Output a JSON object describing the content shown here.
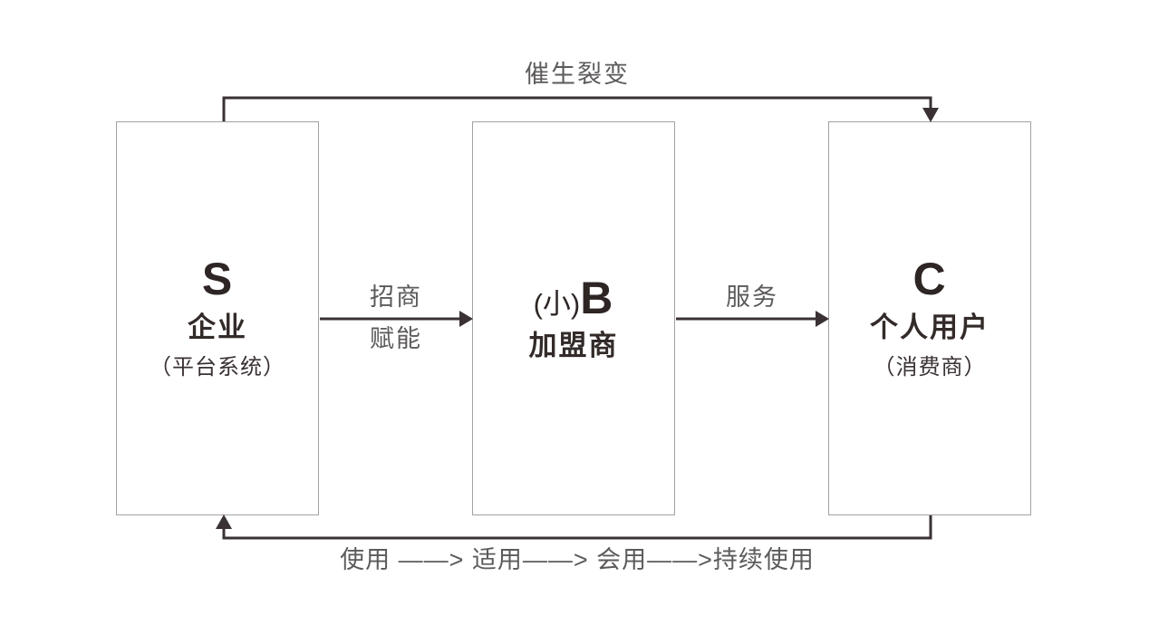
{
  "diagram": {
    "background": "#ffffff",
    "colors": {
      "box_border": "#a2a2a2",
      "arrow": "#3a3134",
      "flow_label_text": "#5d5a5b",
      "box_text": "#2e2624"
    },
    "box_s": {
      "letter": "S",
      "name": "企业",
      "subtitle": "（平台系统）"
    },
    "box_b": {
      "letter_prefix": "(小)",
      "letter": "B",
      "name": "加盟商"
    },
    "box_c": {
      "letter": "C",
      "name": "个人用户",
      "subtitle": "（消费商）"
    },
    "arrows": {
      "top": {
        "label": "催生裂变"
      },
      "s_to_b": {
        "label_top": "招商",
        "label_bottom": "赋能"
      },
      "b_to_c": {
        "label": "服务"
      },
      "bottom": {
        "label": "使用 ——> 适用——> 会用——>持续使用"
      }
    }
  }
}
